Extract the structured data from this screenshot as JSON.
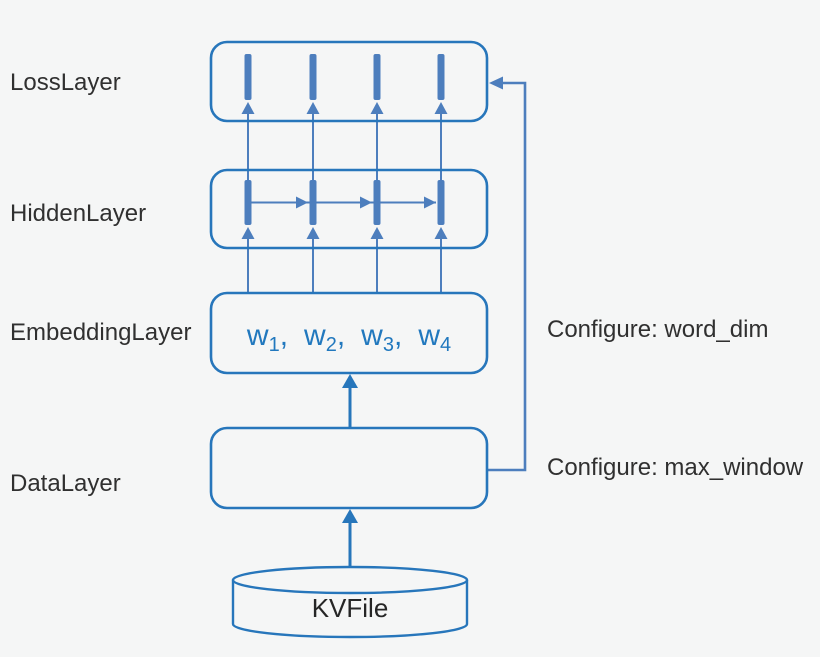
{
  "title": "Neural network layer architecture diagram",
  "colors": {
    "bg": "#f5f6f6",
    "border": "#2776bb",
    "bar": "#4d7ebd",
    "conn": "#4d7ebd",
    "text": "#303030",
    "embed": "#2178be"
  },
  "layers": {
    "loss": {
      "label": "LossLayer"
    },
    "hidden": {
      "label": "HiddenLayer"
    },
    "embedding": {
      "label": "EmbeddingLayer"
    },
    "data": {
      "label": "DataLayer"
    }
  },
  "embedding_tokens": [
    {
      "base": "w",
      "sub": "1",
      "trail": ","
    },
    {
      "base": "w",
      "sub": "2",
      "trail": ","
    },
    {
      "base": "w",
      "sub": "3",
      "trail": ","
    },
    {
      "base": "w",
      "sub": "4",
      "trail": ""
    }
  ],
  "annotations": {
    "word_dim": {
      "label": "Configure: word_dim"
    },
    "max_window": {
      "label": "Configure: max_window"
    }
  },
  "datastore": {
    "label": "KVFile"
  }
}
